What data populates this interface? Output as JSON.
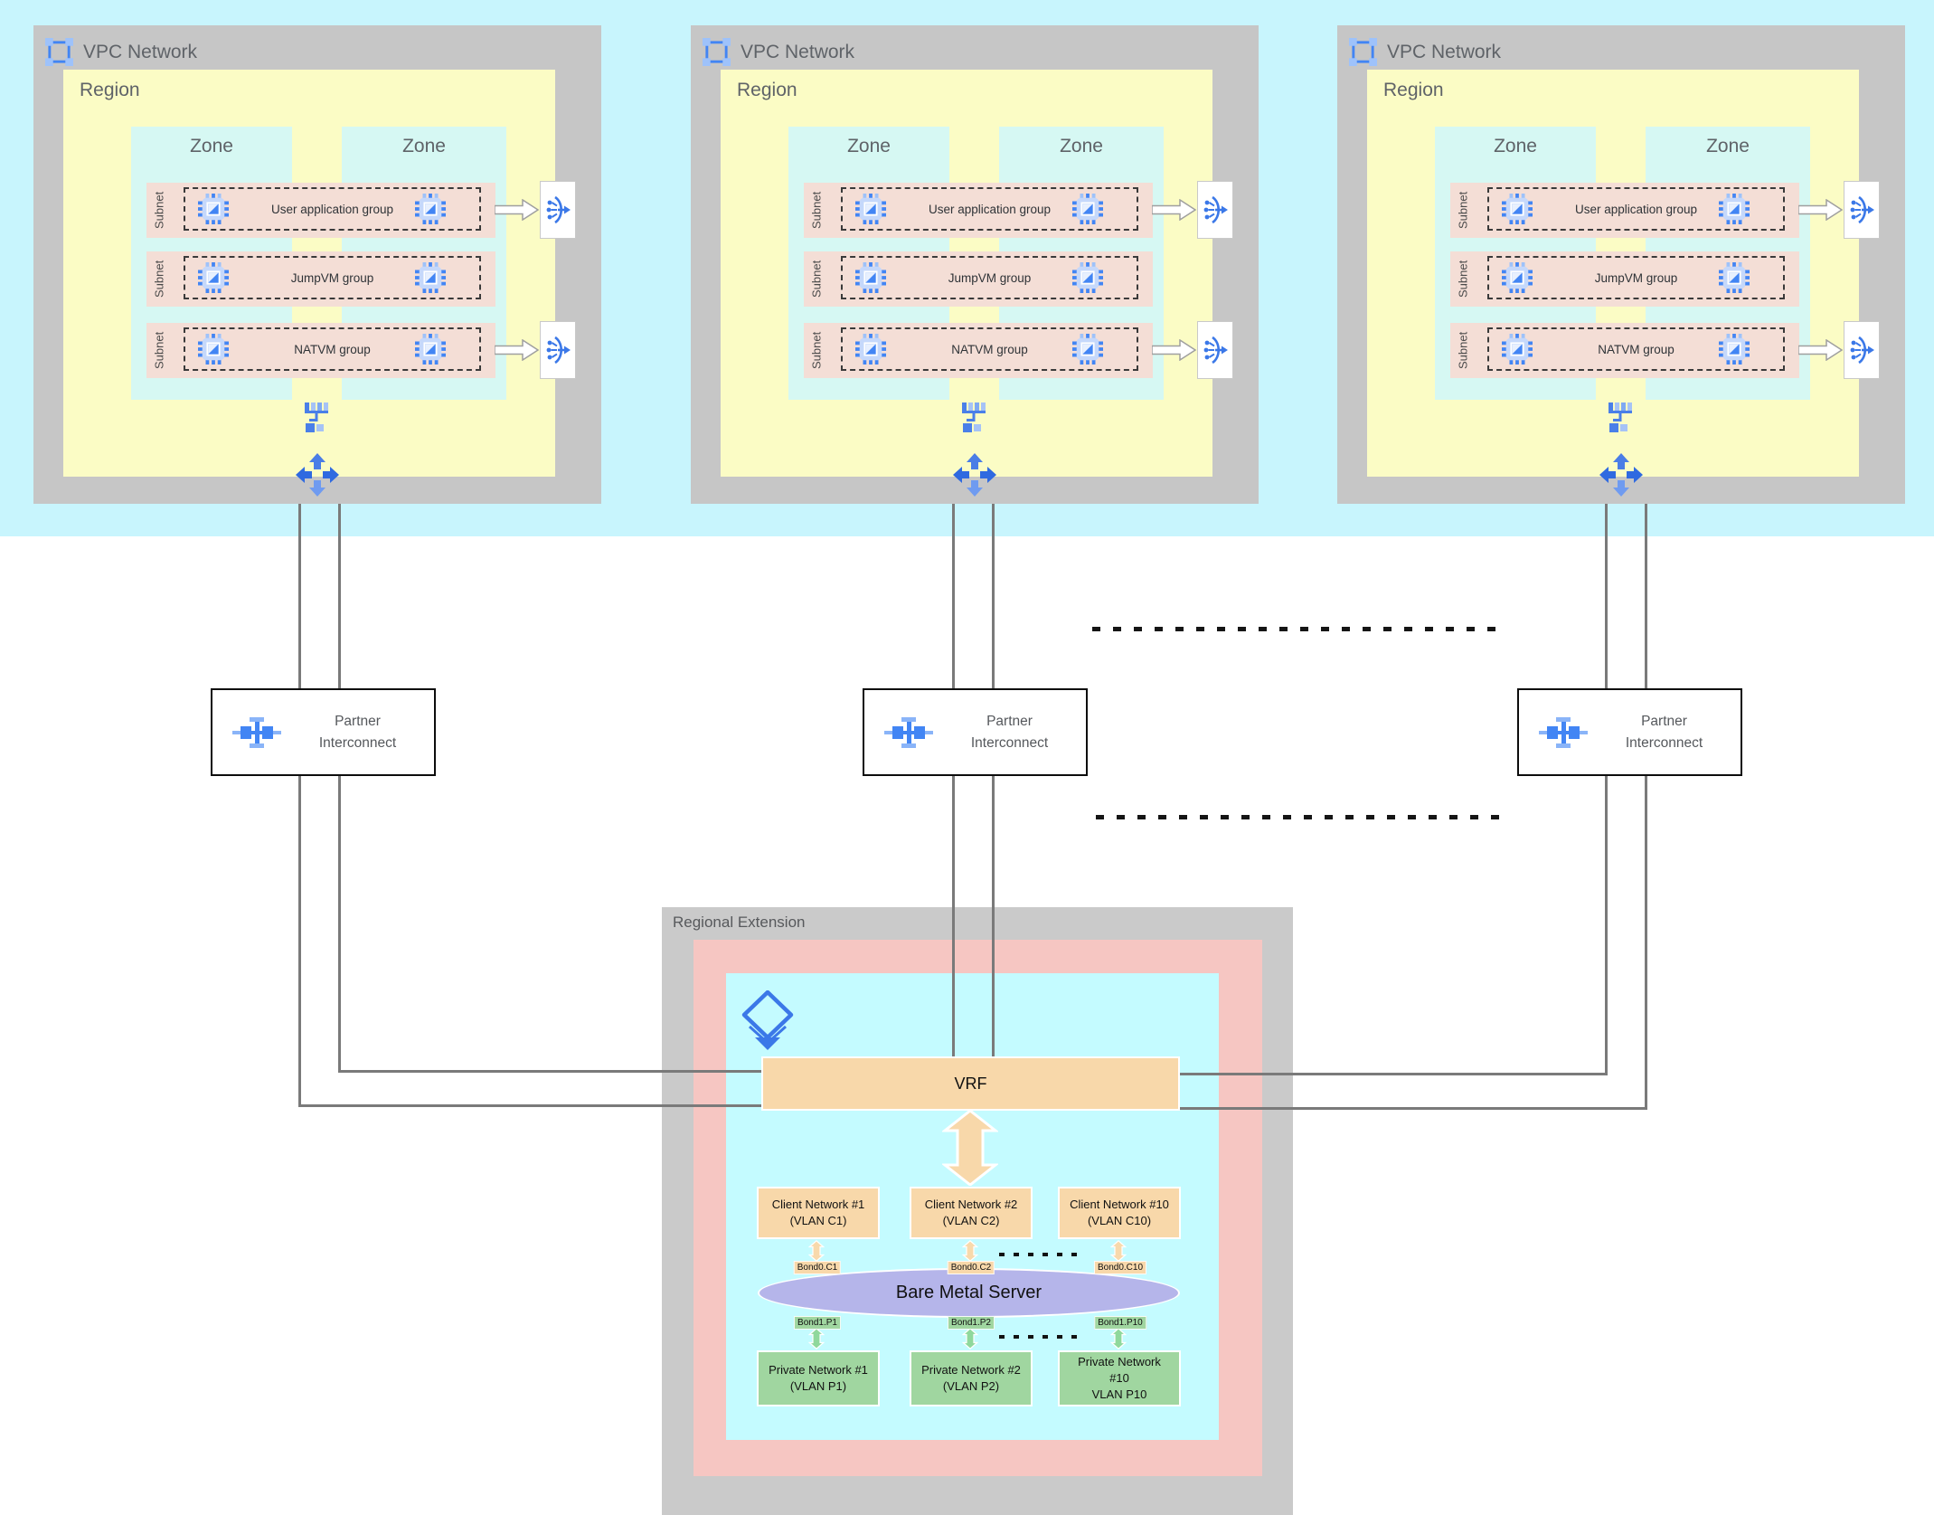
{
  "colors": {
    "page_bg": "#ffffff",
    "top_band": "#c8f5fd",
    "vpc_gray": "#c6c6c6",
    "region_yellow": "#fbfcc5",
    "zone_cyan": "#d6f8f3",
    "subnet_pink": "#f4ded6",
    "re_gray": "#cacaca",
    "re_pink": "#f6c6c2",
    "re_cyan": "#c4fbff",
    "tan": "#f8d8aa",
    "purple": "#b5b5ea",
    "green": "#a0d6a0",
    "green_arrow": "#8fd89c",
    "line_gray": "#7a7a7a",
    "blue": "#4285f4",
    "blue_light": "#9ec2fa",
    "title_gray": "#5f6368"
  },
  "icons": {
    "vpc": "vpc-network-icon",
    "chip": "vm-instance-icon",
    "lb": "load-balancer-icon",
    "net": "network-switch-icon",
    "cross": "routes-icon",
    "pi": "interconnect-icon",
    "diamond": "bare-metal-layers-icon"
  },
  "vpcs": [
    {
      "title": "VPC Network",
      "region": "Region",
      "zones": [
        "Zone",
        "Zone"
      ],
      "subnets": [
        {
          "label": "Subnet",
          "group": "User application group"
        },
        {
          "label": "Subnet",
          "group": "JumpVM group"
        },
        {
          "label": "Subnet",
          "group": "NATVM group"
        }
      ]
    },
    {
      "title": "VPC Network",
      "region": "Region",
      "zones": [
        "Zone",
        "Zone"
      ],
      "subnets": [
        {
          "label": "Subnet",
          "group": "User application group"
        },
        {
          "label": "Subnet",
          "group": "JumpVM group"
        },
        {
          "label": "Subnet",
          "group": "NATVM group"
        }
      ]
    },
    {
      "title": "VPC Network",
      "region": "Region",
      "zones": [
        "Zone",
        "Zone"
      ],
      "subnets": [
        {
          "label": "Subnet",
          "group": "User application group"
        },
        {
          "label": "Subnet",
          "group": "JumpVM group"
        },
        {
          "label": "Subnet",
          "group": "NATVM group"
        }
      ]
    }
  ],
  "interconnects": [
    {
      "name": "Partner Interconnect"
    },
    {
      "name": "Partner Interconnect"
    },
    {
      "name": "Partner Interconnect"
    }
  ],
  "regional_extension": {
    "title": "Regional Extension",
    "vrf": "VRF",
    "server": "Bare Metal Server",
    "client_networks": [
      {
        "lines": [
          "Client Network #1",
          "(VLAN C1)"
        ],
        "bond": "Bond0.C1"
      },
      {
        "lines": [
          "Client Network #2",
          "(VLAN C2)"
        ],
        "bond": "Bond0.C2"
      },
      {
        "lines": [
          "Client Network #10",
          "(VLAN C10)"
        ],
        "bond": "Bond0.C10"
      }
    ],
    "private_networks": [
      {
        "lines": [
          "Private Network #1",
          "(VLAN P1)"
        ],
        "bond": "Bond1.P1"
      },
      {
        "lines": [
          "Private Network #2",
          "(VLAN P2)"
        ],
        "bond": "Bond1.P2"
      },
      {
        "lines": [
          "Private Network",
          "#10",
          "VLAN P10"
        ],
        "bond": "Bond1.P10"
      }
    ]
  }
}
